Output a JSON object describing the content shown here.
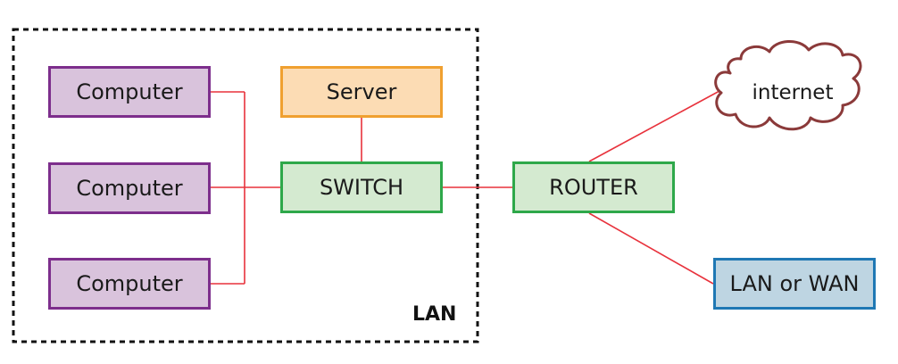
{
  "nodes": {
    "computer_1": "Computer",
    "computer_2": "Computer",
    "computer_3": "Computer",
    "server": "Server",
    "switch": "SWITCH",
    "router": "ROUTER",
    "internet": "internet",
    "lan_or_wan": "LAN or WAN"
  },
  "lan_label": "LAN",
  "colors": {
    "computer_fill": "#d9c3dc",
    "computer_border": "#7d2e8c",
    "server_fill": "#fcdcb4",
    "server_border": "#f0a030",
    "network_device_fill": "#d4ead0",
    "network_device_border": "#2ea84a",
    "lan_wan_fill": "#bed5e2",
    "lan_wan_border": "#1f78b4",
    "cloud_border": "#8b3a3a",
    "connection_line": "#e8323c",
    "lan_boundary": "#111111"
  }
}
